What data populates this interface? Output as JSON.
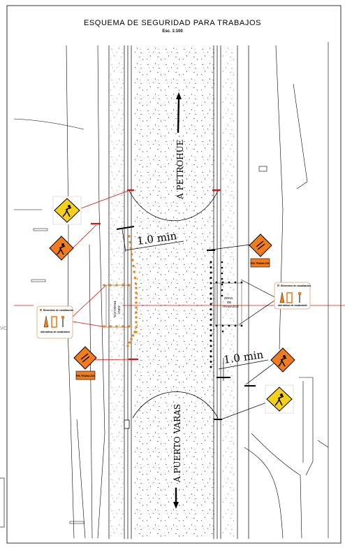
{
  "title": "ESQUEMA DE SEGURIDAD PARA TRABAJOS",
  "scale": "Esc. 1:100",
  "direction_north": "A PETROHUE",
  "direction_south": "A PUERTO VARAS",
  "distance_top": "1.0 min",
  "distance_bottom": "1.0 min",
  "work_zone_left": [
    "TRABAJOS",
    "ZONA"
  ],
  "work_zone_right": [
    "ZONA",
    "DE",
    "TRABAJOS"
  ],
  "end_works_label": "FIN TRABAJOS",
  "legend": {
    "heading": "Elementos de canalización",
    "footer": "alternativas de canalización"
  },
  "side_mark": "VC",
  "colors": {
    "cone_orange": "#e88a1a",
    "sign_yellow": "#f7d117",
    "sign_orange": "#f07c1c",
    "marker_red": "#e01010"
  }
}
